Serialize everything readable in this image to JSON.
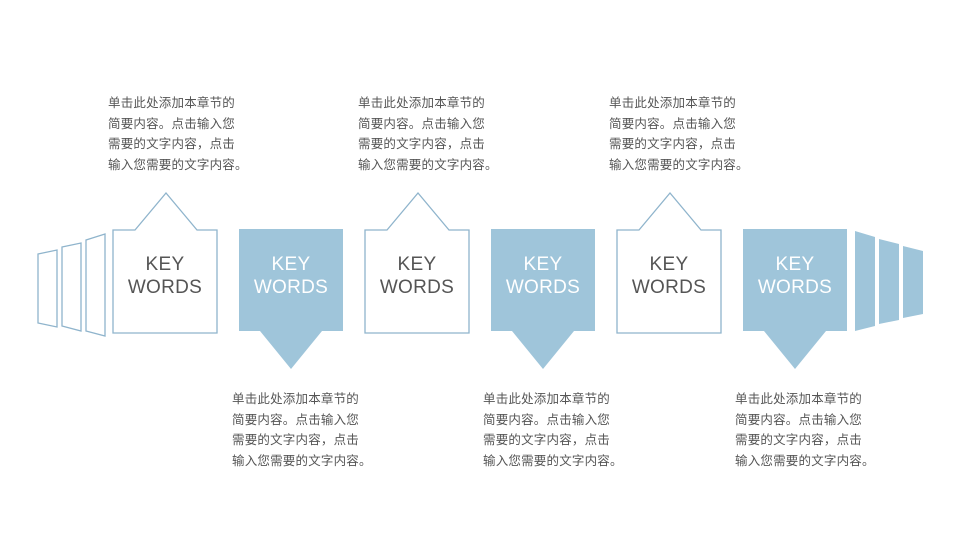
{
  "theme": {
    "accent": "#9FC5DA",
    "outline": "#8FB4CC",
    "text": "#555555"
  },
  "keywords": [
    {
      "line1": "KEY",
      "line2": "WORDS"
    },
    {
      "line1": "KEY",
      "line2": "WORDS"
    },
    {
      "line1": "KEY",
      "line2": "WORDS"
    },
    {
      "line1": "KEY",
      "line2": "WORDS"
    },
    {
      "line1": "KEY",
      "line2": "WORDS"
    },
    {
      "line1": "KEY",
      "line2": "WORDS"
    }
  ],
  "captions": [
    {
      "lines": [
        "单击此处添加本章节的",
        "简要内容。点击输入您",
        "需要的文字内容，点击",
        "输入您需要的文字内容。"
      ]
    },
    {
      "lines": [
        "单击此处添加本章节的",
        "简要内容。点击输入您",
        "需要的文字内容，点击",
        "输入您需要的文字内容。"
      ]
    },
    {
      "lines": [
        "单击此处添加本章节的",
        "简要内容。点击输入您",
        "需要的文字内容，点击",
        "输入您需要的文字内容。"
      ]
    },
    {
      "lines": [
        "单击此处添加本章节的",
        "简要内容。点击输入您",
        "需要的文字内容，点击",
        "输入您需要的文字内容。"
      ]
    },
    {
      "lines": [
        "单击此处添加本章节的",
        "简要内容。点击输入您",
        "需要的文字内容，点击",
        "输入您需要的文字内容。"
      ]
    },
    {
      "lines": [
        "单击此处添加本章节的",
        "简要内容。点击输入您",
        "需要的文字内容，点击",
        "输入您需要的文字内容。"
      ]
    }
  ]
}
